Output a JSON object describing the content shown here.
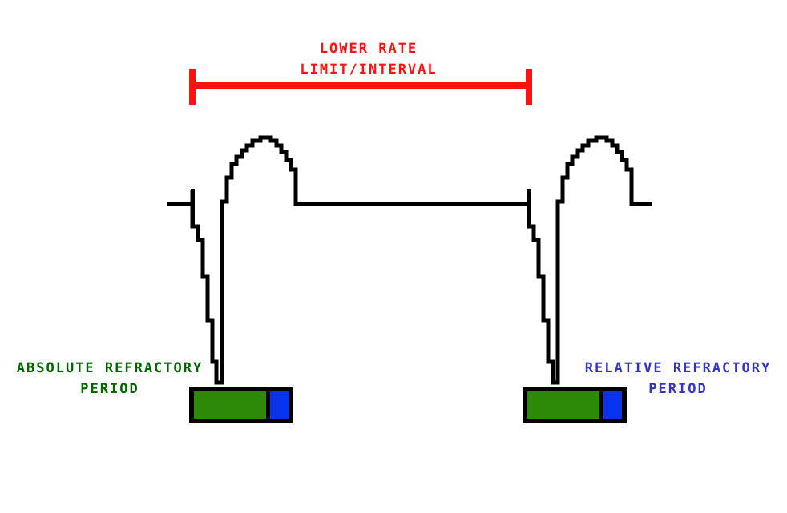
{
  "diagram": {
    "title_top": "LOWER RATE",
    "title_top_line2": "LIMIT/INTERVAL",
    "lrl_label": "LOWER RATE\nLIMIT/INTERVAL",
    "arp_label": "ABSOLUTE REFRACTORY\nPERIOD",
    "rrp_label": "RELATIVE REFRACTORY\nPERIOD"
  },
  "colors": {
    "bracket_red": "#ff1111",
    "lrl_text": "#ff1111",
    "arp_text": "#006600",
    "rrp_text": "#3333cc",
    "absolute_fill": "#2d8a08",
    "relative_fill": "#0a33ee",
    "bar_border": "#000000",
    "trace": "#000000",
    "background": "#ffffff"
  },
  "chart_data": {
    "type": "line",
    "title": "LOWER RATE LIMIT/INTERVAL",
    "xlabel": "",
    "ylabel": "",
    "grid": false,
    "legend": "none",
    "description": "Pacemaker ECG timing diagram: two paced beats separated by the lower rate limit interval, with absolute and relative refractory period bars beneath each paced complex.",
    "annotations": [
      {
        "name": "lower-rate-limit-bracket",
        "text": "LOWER RATE LIMIT/INTERVAL",
        "color": "#ff1111",
        "x_start": 239,
        "x_end": 660,
        "y": 107,
        "tick_top": 86,
        "tick_bottom": 130
      },
      {
        "name": "absolute-refractory-period",
        "text": "ABSOLUTE REFRACTORY PERIOD",
        "color": "#006600"
      },
      {
        "name": "relative-refractory-period",
        "text": "RELATIVE REFRACTORY PERIOD",
        "color": "#3333cc"
      }
    ],
    "series": [
      {
        "name": "ecg-trace",
        "color": "#000000",
        "points": [
          [
            208,
            255
          ],
          [
            240,
            255
          ],
          [
            240,
            238
          ],
          [
            240,
            283
          ],
          [
            247,
            283
          ],
          [
            247,
            300
          ],
          [
            253,
            300
          ],
          [
            253,
            345
          ],
          [
            259,
            345
          ],
          [
            259,
            400
          ],
          [
            265,
            400
          ],
          [
            265,
            452
          ],
          [
            270,
            452
          ],
          [
            270,
            478
          ],
          [
            277,
            478
          ],
          [
            277,
            440
          ],
          [
            277,
            252
          ],
          [
            283,
            252
          ],
          [
            283,
            222
          ],
          [
            289,
            222
          ],
          [
            289,
            205
          ],
          [
            295,
            205
          ],
          [
            295,
            196
          ],
          [
            302,
            196
          ],
          [
            302,
            188
          ],
          [
            308,
            188
          ],
          [
            308,
            182
          ],
          [
            315,
            182
          ],
          [
            315,
            176
          ],
          [
            325,
            176
          ],
          [
            325,
            172
          ],
          [
            338,
            172
          ],
          [
            338,
            176
          ],
          [
            345,
            176
          ],
          [
            345,
            182
          ],
          [
            351,
            182
          ],
          [
            351,
            190
          ],
          [
            357,
            190
          ],
          [
            357,
            200
          ],
          [
            363,
            200
          ],
          [
            363,
            212
          ],
          [
            369,
            212
          ],
          [
            369,
            232
          ],
          [
            369,
            255
          ],
          [
            660,
            255
          ],
          [
            660,
            238
          ],
          [
            660,
            283
          ],
          [
            666,
            283
          ],
          [
            666,
            300
          ],
          [
            672,
            300
          ],
          [
            672,
            345
          ],
          [
            678,
            345
          ],
          [
            678,
            400
          ],
          [
            684,
            400
          ],
          [
            684,
            452
          ],
          [
            690,
            452
          ],
          [
            690,
            478
          ],
          [
            696,
            478
          ],
          [
            696,
            440
          ],
          [
            696,
            252
          ],
          [
            702,
            252
          ],
          [
            702,
            222
          ],
          [
            708,
            222
          ],
          [
            708,
            205
          ],
          [
            714,
            205
          ],
          [
            714,
            196
          ],
          [
            721,
            196
          ],
          [
            721,
            188
          ],
          [
            727,
            188
          ],
          [
            727,
            182
          ],
          [
            734,
            182
          ],
          [
            734,
            176
          ],
          [
            744,
            176
          ],
          [
            744,
            172
          ],
          [
            757,
            172
          ],
          [
            757,
            176
          ],
          [
            764,
            176
          ],
          [
            764,
            182
          ],
          [
            770,
            182
          ],
          [
            770,
            190
          ],
          [
            776,
            190
          ],
          [
            776,
            200
          ],
          [
            782,
            200
          ],
          [
            782,
            212
          ],
          [
            788,
            212
          ],
          [
            788,
            232
          ],
          [
            788,
            255
          ],
          [
            813,
            255
          ]
        ]
      }
    ],
    "refractory_bars": [
      {
        "name": "left-refractory-bar",
        "x": 236,
        "y": 483,
        "width": 130,
        "height": 46,
        "absolute_fraction": 0.8,
        "relative_fraction": 0.2
      },
      {
        "name": "right-refractory-bar",
        "x": 652,
        "y": 483,
        "width": 130,
        "height": 46,
        "absolute_fraction": 0.8,
        "relative_fraction": 0.2
      }
    ]
  }
}
